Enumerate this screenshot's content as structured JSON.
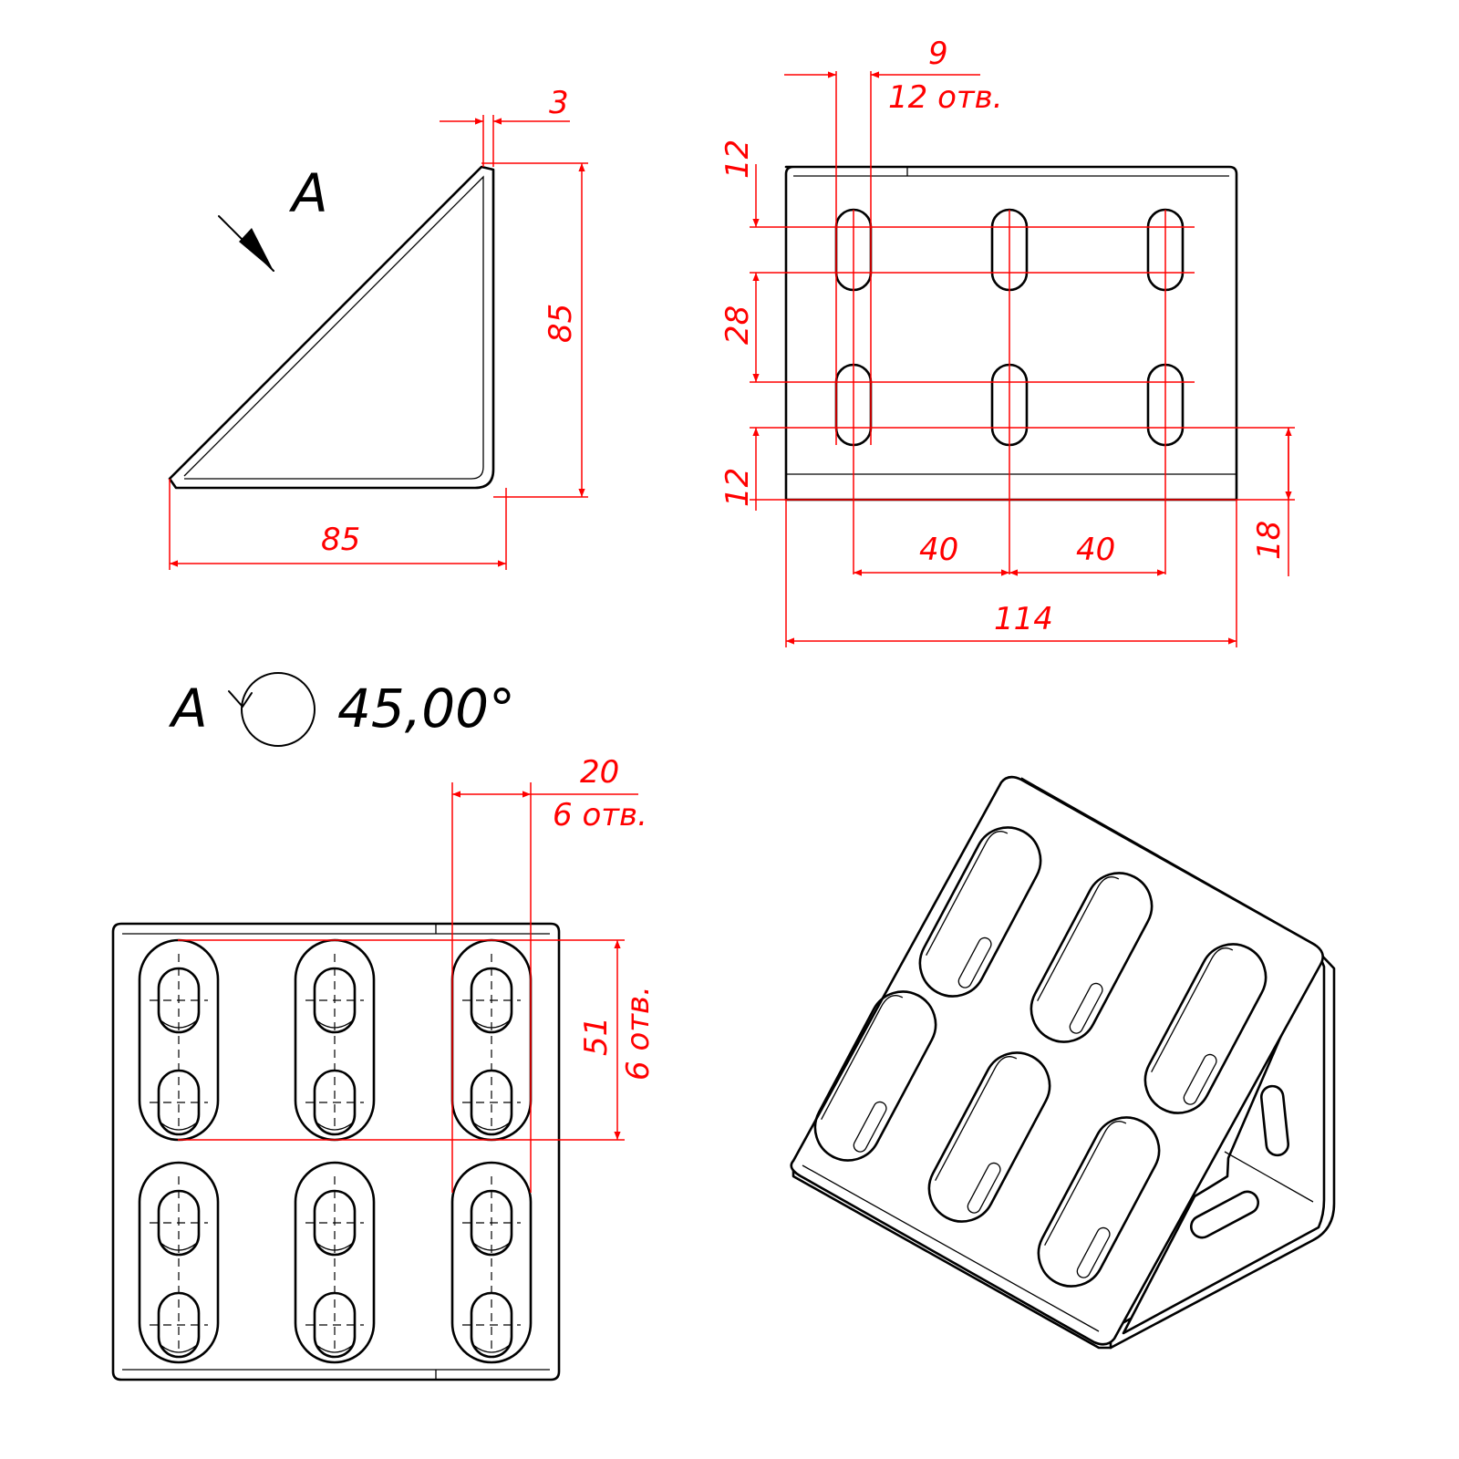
{
  "view_label": "A",
  "rotation_note": "A",
  "rotation_angle": "45,00°",
  "side_view": {
    "thickness": "3",
    "height": "85",
    "width": "85"
  },
  "top_view": {
    "hole_dia": "9",
    "hole_count": "12 отв.",
    "edge_top": "12",
    "row_gap": "28",
    "edge_bottom": "12",
    "pitch_1": "40",
    "pitch_2": "40",
    "overall_width": "114",
    "lip_height": "18"
  },
  "face_view": {
    "slot_width": "20",
    "slot_count_w": "6 отв.",
    "slot_length": "51",
    "slot_count_l": "6 отв."
  }
}
